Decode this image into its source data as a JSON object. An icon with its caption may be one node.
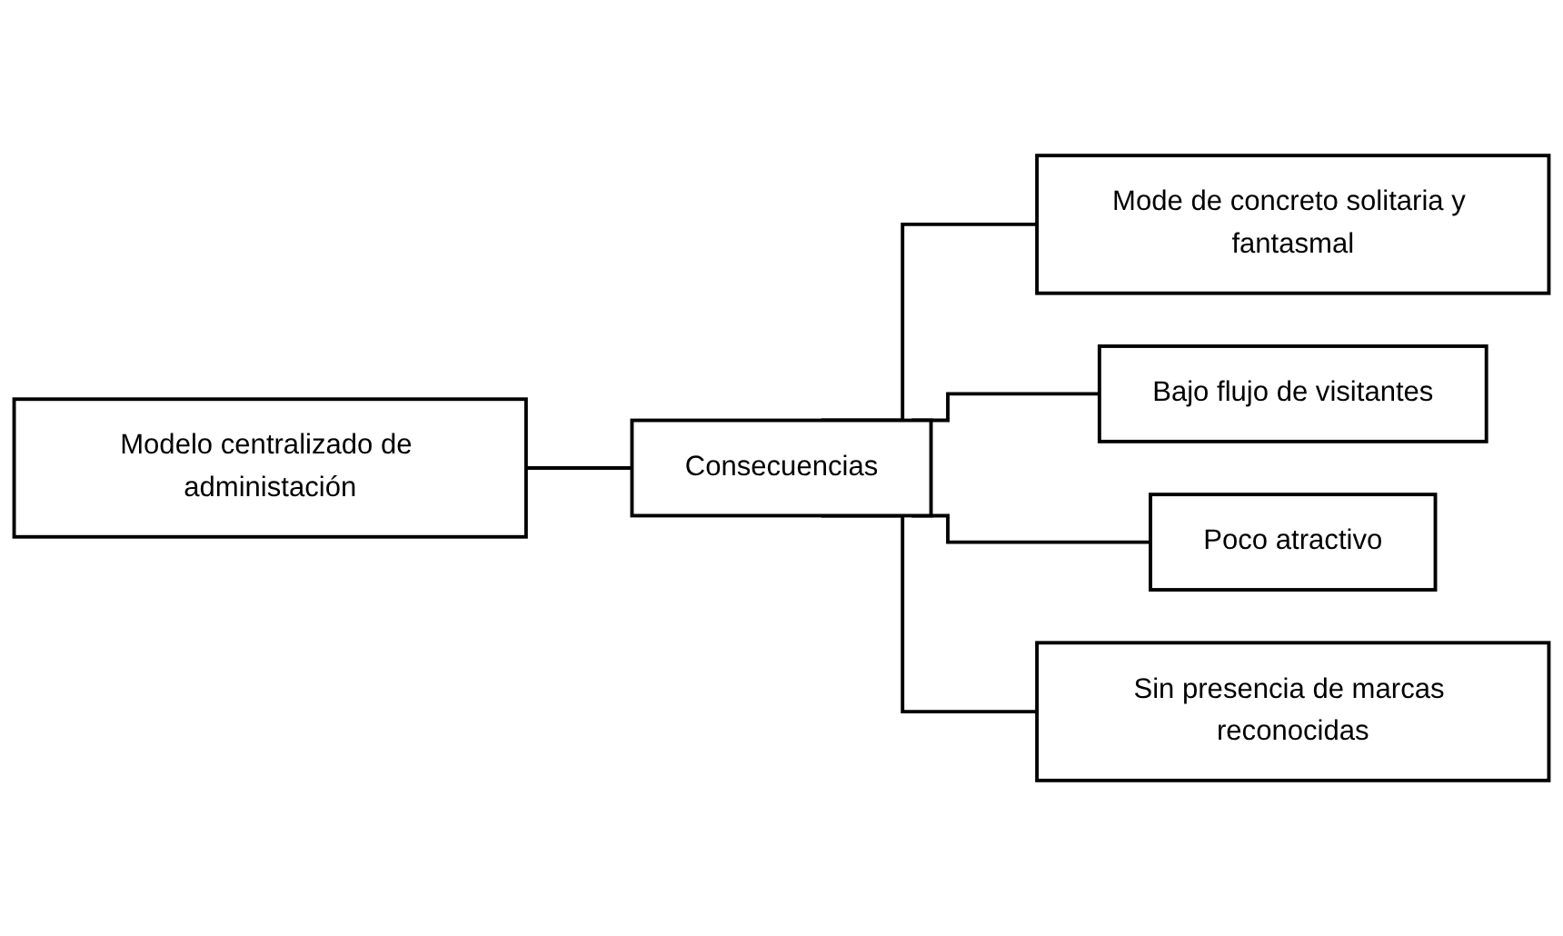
{
  "diagram": {
    "nodes": [
      {
        "text": [
          "Modelo centralizado de administación"
        ]
      },
      {
        "text": [
          "Consecuencias"
        ]
      },
      {
        "text": [
          "Mode de concreto solitaria y fantasmal"
        ]
      },
      {
        "text": [
          "Bajo flujo de visitantes"
        ]
      },
      {
        "text": [
          "Poco atractivo"
        ]
      },
      {
        "text": [
          "Sin presencia de marcas reconocidas"
        ]
      }
    ],
    "edges": [
      {
        "from": 0,
        "to": 1,
        "arrow": "none"
      },
      {
        "from": 1,
        "to": 2,
        "arrow": "none"
      },
      {
        "from": 1,
        "to": 3,
        "arrow": "none"
      },
      {
        "from": 1,
        "to": 4,
        "arrow": "none"
      },
      {
        "from": 1,
        "to": 5,
        "arrow": "none"
      }
    ]
  }
}
